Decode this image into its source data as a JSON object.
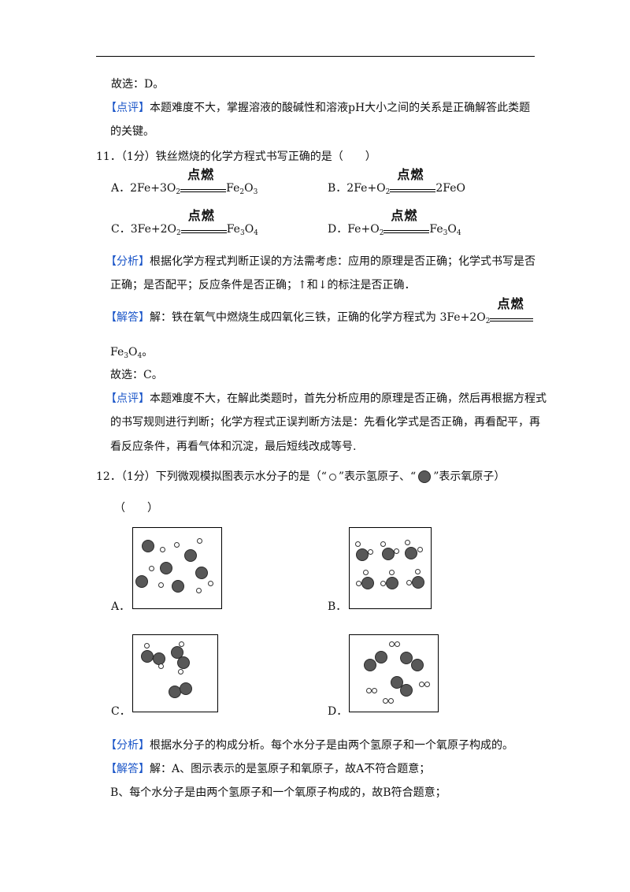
{
  "prev": {
    "answer": "故选：D。",
    "comment_tag": "【点评】",
    "comment_1": "本题难度不大，掌握溶液的酸碱性和溶液pH大小之间的关系是正确解答此类题",
    "comment_2": "的关键。"
  },
  "q11": {
    "stem": "11．（1分）铁丝燃烧的化学方程式书写正确的是（　　）",
    "condition": "点燃",
    "options": {
      "A": {
        "label": "A．",
        "lhs_a": "2Fe+3O",
        "lhs_s": "2",
        "rhs_a": "Fe",
        "rhs_s1": "2",
        "rhs_b": "O",
        "rhs_s2": "3"
      },
      "B": {
        "label": "B．",
        "lhs_a": "2Fe+O",
        "lhs_s": "2",
        "rhs": "2FeO"
      },
      "C": {
        "label": "C．",
        "lhs_a": "3Fe+2O",
        "lhs_s": "2",
        "rhs_a": "Fe",
        "rhs_s1": "3",
        "rhs_b": "O",
        "rhs_s2": "4"
      },
      "D": {
        "label": "D．",
        "lhs_a": "Fe+O",
        "lhs_s": "2",
        "rhs_a": "Fe",
        "rhs_s1": "3",
        "rhs_b": "O",
        "rhs_s2": "4"
      }
    },
    "analysis_tag": "【分析】",
    "analysis_1": "根据化学方程式判断正误的方法需考虑：应用的原理是否正确；化学式书写是否",
    "analysis_2": "正确；是否配平；反应条件是否正确；↑和↓的标注是否正确．",
    "solution_tag": "【解答】",
    "solution_1": "解：铁在氧气中燃烧生成四氧化三铁，正确的化学方程式为 3Fe+2O",
    "solution_1_sub": "2",
    "solution_2a": "Fe",
    "solution_2_s1": "3",
    "solution_2b": "O",
    "solution_2_s2": "4",
    "solution_2_end": "。",
    "answer": "故选：C。",
    "comment_tag": "【点评】",
    "comment_1": "本题难度不大，在解此类题时，首先分析应用的原理是否正确，然后再根据方程式",
    "comment_2": "的书写规则进行判断；化学方程式正误判断方法是：先看化学式是否正确，再看配平，再",
    "comment_3": "看反应条件，再看气体和沉淀，最后短线改成等号."
  },
  "q12": {
    "stem_a": "12．（1分）下列微观模拟图表示水分子的是（“",
    "stem_b": "”表示氢原子、“",
    "stem_c": "”表示氧原子）",
    "paren": "（　　）",
    "labels": {
      "A": "A．",
      "B": "B．",
      "C": "C．",
      "D": "D．"
    },
    "analysis_tag": "【分析】",
    "analysis_1": "根据水分子的构成分析。每个水分子是由两个氢原子和一个氧原子构成的。",
    "solution_tag": "【解答】",
    "solution_1": "解：A、图示表示的是氢原子和氧原子，故A不符合题意；",
    "solution_2": "B、每个水分子是由两个氢原子和一个氧原子构成的，故B符合题意；"
  },
  "colors": {
    "tag": "#1a55c8",
    "oxygen": "#585858",
    "hydrogen": "#ffffff"
  }
}
